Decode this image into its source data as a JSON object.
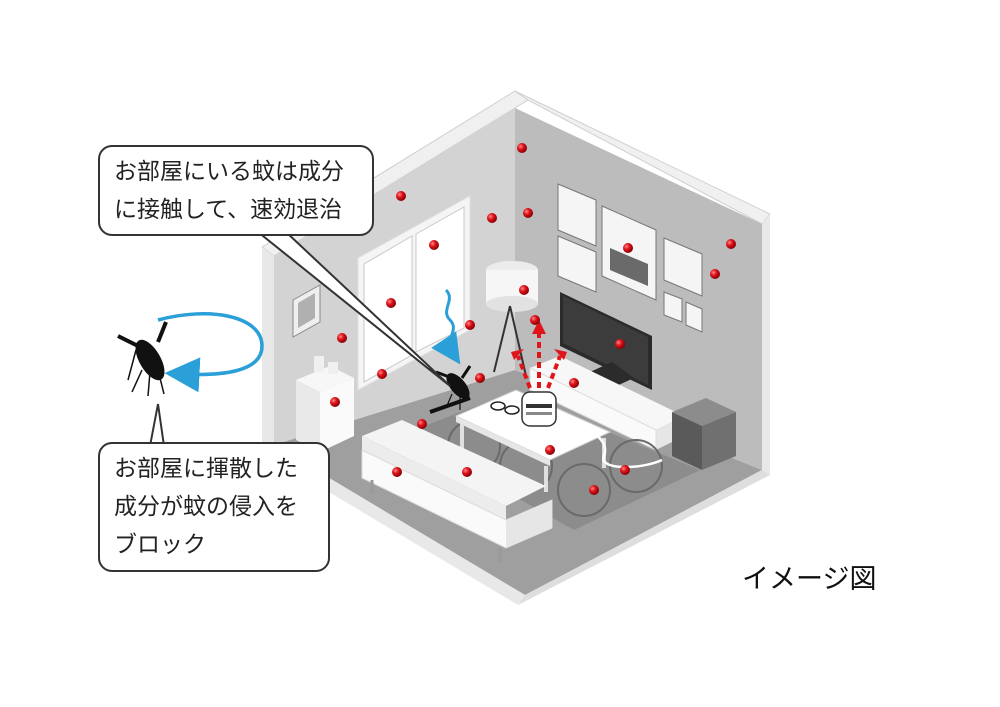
{
  "callouts": {
    "top": {
      "line1": "お部屋にいる蚊は成分",
      "line2": "に接触して、速効退治"
    },
    "bottom": {
      "line1": "お部屋に揮散した",
      "line2": "成分が蚊の侵入を",
      "line3": "ブロック"
    }
  },
  "caption": "イメージ図",
  "colors": {
    "particle": "#e0141b",
    "arrow_blue": "#2a9fd8",
    "arrow_red": "#e0141b",
    "wall_light": "#d9d9d9",
    "wall_dark": "#bdbdbd",
    "floor": "#9e9e9e",
    "furniture": "#f2f2f2",
    "outline": "#333333"
  },
  "icons": [
    "mosquito-icon",
    "device-icon"
  ]
}
